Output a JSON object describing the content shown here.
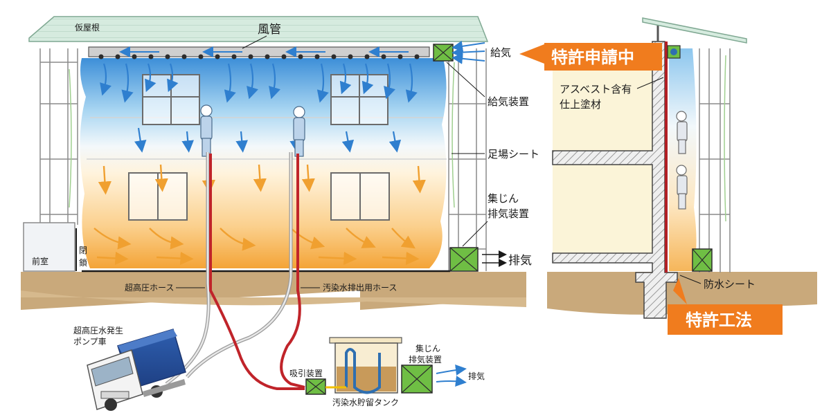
{
  "labels": {
    "temp_roof": "仮屋根",
    "duct": "風管",
    "air_supply": "給気",
    "supply_device": "給気装置",
    "scaffold_sheet": "足場シート",
    "dust_exhaust_line1": "集じん",
    "dust_exhaust_line2": "排気装置",
    "exhaust": "排気",
    "front_room": "前室",
    "closed_1": "閉",
    "closed_2": "鎖",
    "hp_hose": "超高圧ホース",
    "waste_hose": "汚染水排出用ホース",
    "pump_truck_line1": "超高圧水発生",
    "pump_truck_line2": "ポンプ車",
    "suction_device": "吸引装置",
    "tank": "汚染水貯留タンク",
    "tank_dust_line1": "集じん",
    "tank_dust_line2": "排気装置",
    "tank_exhaust": "排気",
    "asbestos_line1": "アスベスト含有",
    "asbestos_line2": "仕上塗材",
    "waterproof_sheet": "防水シート"
  },
  "badges": {
    "patent_pending": "特許申請中",
    "patent_method": "特許工法"
  },
  "colors": {
    "badge_orange": "#f07c1e",
    "air_blue": "#2f7fcf",
    "flow_orange": "#f0a030",
    "roof_green": "#cfe6da",
    "ground": "#c9a97b",
    "device_green": "#6fbe44",
    "hose_red": "#c0242a"
  }
}
